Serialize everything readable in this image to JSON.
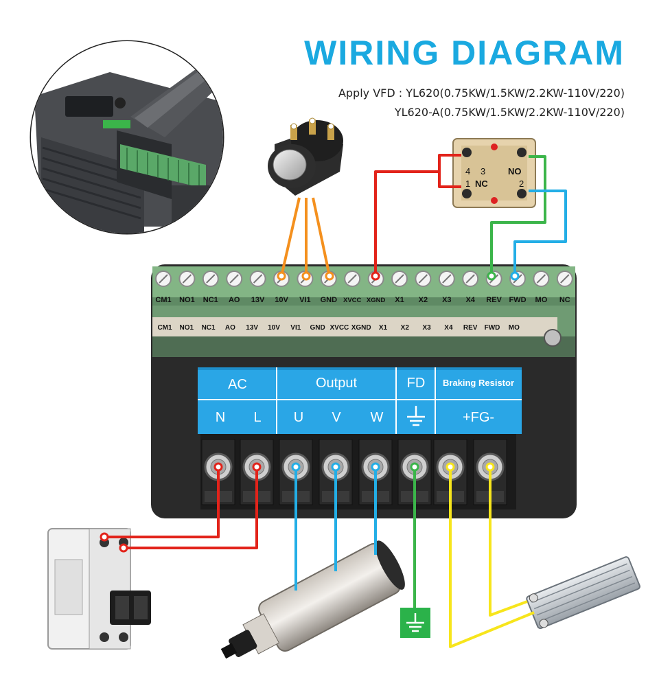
{
  "header": {
    "title": "WIRING DIAGRAM",
    "subtitle_1": "Apply VFD : YL620(0.75KW/1.5KW/2.2KW-110V/220)",
    "subtitle_2": "YL620-A(0.75KW/1.5KW/2.2KW-110V/220)"
  },
  "colors": {
    "title": "#1aa9e0",
    "panel_blue": "#2aa6e6",
    "terminal_green": "#7fb27a",
    "wire_red": "#e2231a",
    "wire_orange": "#f4901e",
    "wire_green": "#3bb54a",
    "wire_blue": "#23aee6",
    "wire_yellow": "#f7e51c"
  },
  "control_terminals": {
    "upper_labels": [
      "CM1",
      "NO1",
      "NC1",
      "AO",
      "13V",
      "10V",
      "VI1",
      "GND",
      "XVCC",
      "XGND",
      "X1",
      "X2",
      "X3",
      "X4",
      "REV",
      "FWD",
      "MO",
      "NC"
    ],
    "lower_labels": [
      "CM1",
      "NO1",
      "NC1",
      "AO",
      "13V",
      "10V",
      "VI1",
      "GND",
      "XVCC",
      "XGND",
      "X1",
      "X2",
      "X3",
      "X4",
      "REV",
      "FWD",
      "MO"
    ]
  },
  "switch": {
    "no_label": "NO",
    "nc_label": "NC",
    "contact_1": "1",
    "contact_2": "2",
    "contact_3": "3",
    "contact_4": "4"
  },
  "power_panel": {
    "groups": [
      {
        "header": "AC",
        "labels": [
          "N",
          "L"
        ]
      },
      {
        "header": "Output",
        "labels": [
          "U",
          "V",
          "W"
        ]
      },
      {
        "header": "FD",
        "labels": [
          ""
        ]
      },
      {
        "header": "Braking Resistor",
        "labels": [
          "+FG-"
        ]
      }
    ]
  },
  "ground_symbol": "earth-ground-icon"
}
